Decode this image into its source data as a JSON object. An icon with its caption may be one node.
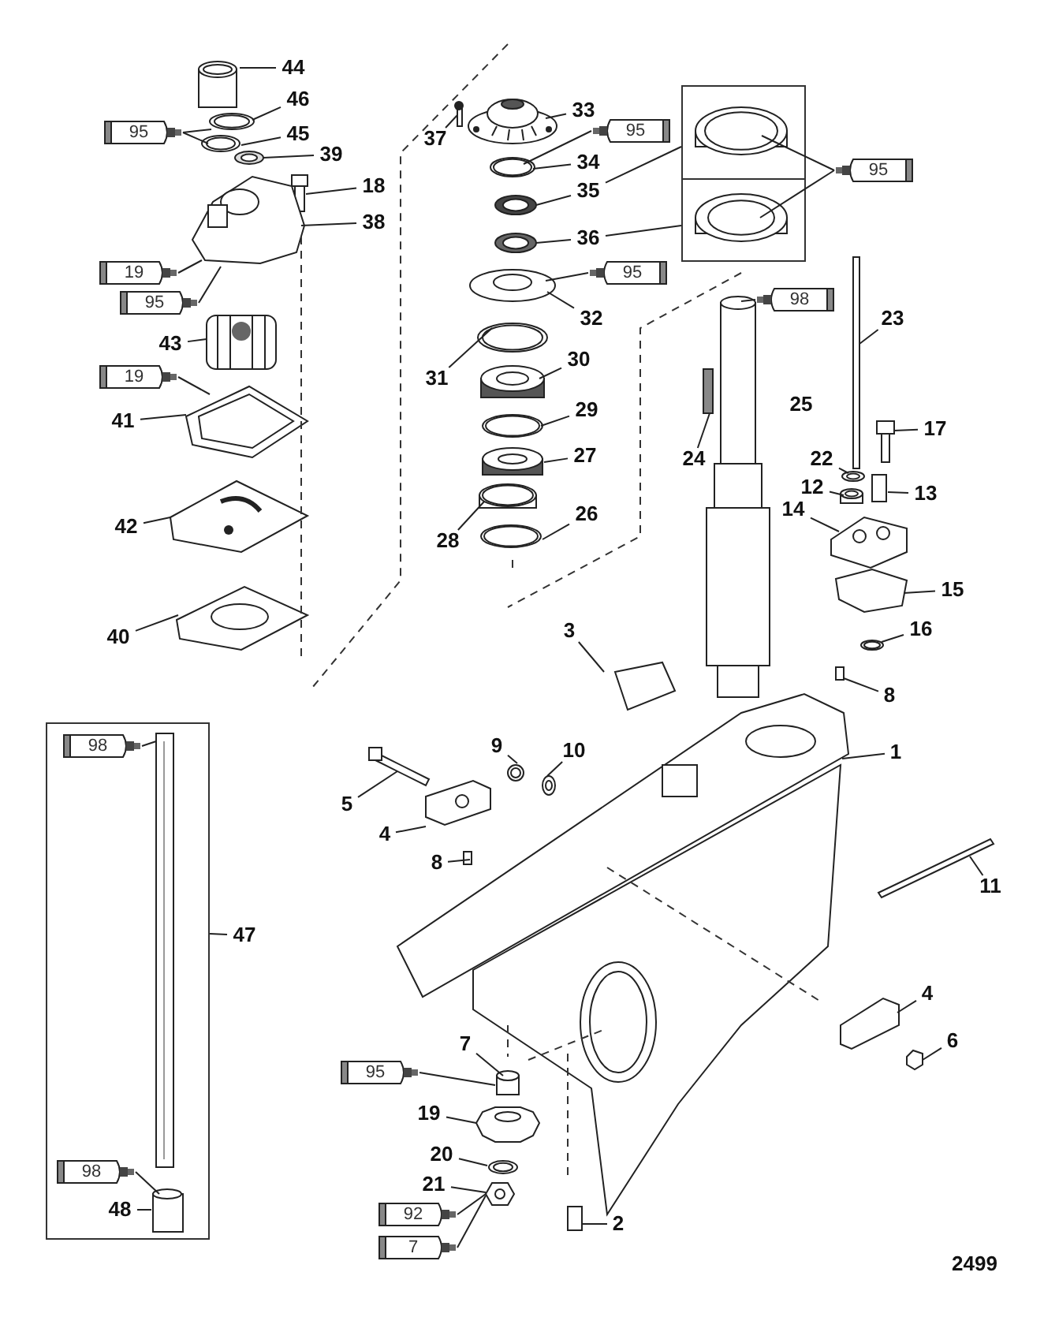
{
  "diagram": {
    "nodes": [
      {
        "text": [
          "44"
        ]
      },
      {
        "text": [
          "46"
        ]
      },
      {
        "text": [
          "95"
        ]
      },
      {
        "text": [
          "45"
        ]
      },
      {
        "text": [
          "39"
        ]
      },
      {
        "text": [
          "18"
        ]
      },
      {
        "text": [
          "38"
        ]
      },
      {
        "text": [
          "19"
        ]
      },
      {
        "text": [
          "95"
        ]
      },
      {
        "text": [
          "43"
        ]
      },
      {
        "text": [
          "19"
        ]
      },
      {
        "text": [
          "41"
        ]
      },
      {
        "text": [
          "42"
        ]
      },
      {
        "text": [
          "40"
        ]
      },
      {
        "text": [
          "37"
        ]
      },
      {
        "text": [
          "33"
        ]
      },
      {
        "text": [
          "95"
        ]
      },
      {
        "text": [
          "34"
        ]
      },
      {
        "text": [
          "35"
        ]
      },
      {
        "text": [],
        "shape": "box"
      },
      {
        "text": [
          "95"
        ]
      },
      {
        "text": [
          "36"
        ]
      },
      {
        "text": [
          "95"
        ]
      },
      {
        "text": [
          "32"
        ]
      },
      {
        "text": [
          "31"
        ]
      },
      {
        "text": [
          "30"
        ]
      },
      {
        "text": [
          "29"
        ]
      },
      {
        "text": [
          "27"
        ]
      },
      {
        "text": [
          "28"
        ]
      },
      {
        "text": [
          "26"
        ]
      },
      {
        "text": [
          "98"
        ]
      },
      {
        "text": [
          "23"
        ]
      },
      {
        "text": [
          "24"
        ]
      },
      {
        "text": [
          "17"
        ]
      },
      {
        "text": [
          "22"
        ]
      },
      {
        "text": [
          "12"
        ]
      },
      {
        "text": [
          "13"
        ]
      },
      {
        "text": [
          "14"
        ]
      },
      {
        "text": [
          "15"
        ]
      },
      {
        "text": [
          "16"
        ]
      },
      {
        "text": [
          "3"
        ]
      },
      {
        "text": [
          "8"
        ]
      },
      {
        "text": [
          "1"
        ]
      },
      {
        "text": [
          "9"
        ]
      },
      {
        "text": [
          "10"
        ]
      },
      {
        "text": [
          "5"
        ]
      },
      {
        "text": [
          "4"
        ]
      },
      {
        "text": [
          "8"
        ]
      },
      {
        "text": [],
        "shape": "box"
      },
      {
        "text": [
          "98"
        ],
        "in": 48
      },
      {
        "text": [
          "47"
        ]
      },
      {
        "text": [
          "11"
        ]
      },
      {
        "text": [
          "4"
        ]
      },
      {
        "text": [
          "6"
        ]
      },
      {
        "text": [
          "7"
        ]
      },
      {
        "text": [
          "95"
        ]
      },
      {
        "text": [
          "19"
        ]
      },
      {
        "text": [
          "20"
        ]
      },
      {
        "text": [
          "21"
        ]
      },
      {
        "text": [
          "92"
        ]
      },
      {
        "text": [
          "7"
        ]
      },
      {
        "text": [
          "2"
        ]
      },
      {
        "text": [
          "98"
        ],
        "in": 48
      },
      {
        "text": [
          "48"
        ],
        "in": 48
      },
      {
        "text": [],
        "shape": "cylinder"
      },
      {
        "text": [],
        "shape": "picture"
      },
      {
        "text": [],
        "shape": "picture"
      },
      {
        "text": [],
        "shape": "picture"
      },
      {
        "text": [],
        "shape": "picture"
      },
      {
        "text": [],
        "shape": "picture"
      },
      {
        "text": [],
        "shape": "picture"
      },
      {
        "text": [],
        "shape": "picture"
      },
      {
        "text": [],
        "shape": "picture"
      },
      {
        "text": [],
        "shape": "picture"
      },
      {
        "text": [],
        "shape": "picture"
      },
      {
        "text": [],
        "shape": "picture"
      },
      {
        "text": [],
        "shape": "picture"
      },
      {
        "text": [],
        "shape": "picture"
      },
      {
        "text": [],
        "shape": "picture"
      },
      {
        "text": [],
        "shape": "picture"
      },
      {
        "text": [],
        "shape": "picture"
      },
      {
        "text": [],
        "shape": "picture"
      },
      {
        "text": [],
        "shape": "picture"
      },
      {
        "text": [],
        "shape": "picture"
      },
      {
        "text": [],
        "shape": "picture"
      },
      {
        "text": [],
        "shape": "picture"
      },
      {
        "text": [],
        "shape": "picture",
        "in": 19
      },
      {
        "text": [],
        "shape": "picture",
        "in": 19
      },
      {
        "text": [],
        "shape": "picture"
      },
      {
        "text": [],
        "shape": "bar"
      },
      {
        "text": [],
        "shape": "bar"
      },
      {
        "text": [],
        "shape": "picture"
      },
      {
        "text": [],
        "shape": "picture"
      },
      {
        "text": [],
        "shape": "cylinder"
      },
      {
        "text": [],
        "shape": "bar"
      },
      {
        "text": [],
        "shape": "picture"
      },
      {
        "text": [],
        "shape": "picture"
      },
      {
        "text": [],
        "shape": "picture"
      },
      {
        "text": [],
        "shape": "bar"
      },
      {
        "text": [],
        "shape": "picture"
      },
      {
        "text": [],
        "shape": "picture"
      },
      {
        "text": [],
        "shape": "bar"
      },
      {
        "text": [],
        "shape": "picture"
      },
      {
        "text": [],
        "shape": "bar"
      },
      {
        "text": [],
        "shape": "picture"
      },
      {
        "text": [],
        "shape": "picture"
      },
      {
        "text": [],
        "shape": "picture"
      },
      {
        "text": [],
        "shape": "picture"
      },
      {
        "text": [],
        "shape": "hexagon"
      },
      {
        "text": [],
        "shape": "cylinder"
      },
      {
        "text": [],
        "shape": "picture"
      },
      {
        "text": [],
        "shape": "picture"
      },
      {
        "text": [],
        "shape": "picture"
      },
      {
        "text": [],
        "shape": "bar"
      },
      {
        "text": [],
        "shape": "picture",
        "in": 48
      },
      {
        "text": [],
        "shape": "cylinder",
        "in": 48
      }
    ],
    "edges": [
      {
        "from": 0,
        "to": 64,
        "arrow": "none"
      },
      {
        "from": 1,
        "to": 65,
        "arrow": "none"
      },
      {
        "from": 2,
        "to": 65,
        "arrow": "none"
      },
      {
        "from": 2,
        "to": 66,
        "arrow": "none"
      },
      {
        "from": 3,
        "to": 66,
        "arrow": "none"
      },
      {
        "from": 4,
        "to": 67,
        "arrow": "none"
      },
      {
        "from": 5,
        "to": 68,
        "arrow": "none"
      },
      {
        "from": 6,
        "to": 69,
        "arrow": "none"
      },
      {
        "from": 7,
        "to": 69,
        "arrow": "none"
      },
      {
        "from": 8,
        "to": 69,
        "arrow": "none"
      },
      {
        "from": 9,
        "to": 70,
        "arrow": "none"
      },
      {
        "from": 10,
        "to": 71,
        "arrow": "none"
      },
      {
        "from": 11,
        "to": 71,
        "arrow": "none"
      },
      {
        "from": 12,
        "to": 72,
        "arrow": "none"
      },
      {
        "from": 13,
        "to": 73,
        "arrow": "none"
      },
      {
        "from": 14,
        "to": 74,
        "arrow": "none"
      },
      {
        "from": 15,
        "to": 75,
        "arrow": "none"
      },
      {
        "from": 16,
        "to": 76,
        "arrow": "none"
      },
      {
        "from": 17,
        "to": 76,
        "arrow": "none"
      },
      {
        "from": 18,
        "to": 77,
        "arrow": "none"
      },
      {
        "from": 18,
        "to": 19,
        "arrow": "none"
      },
      {
        "from": 20,
        "to": 86,
        "arrow": "none"
      },
      {
        "from": 20,
        "to": 87,
        "arrow": "none"
      },
      {
        "from": 21,
        "to": 78,
        "arrow": "none"
      },
      {
        "from": 21,
        "to": 19,
        "arrow": "none"
      },
      {
        "from": 22,
        "to": 79,
        "arrow": "none"
      },
      {
        "from": 23,
        "to": 79,
        "arrow": "none"
      },
      {
        "from": 24,
        "to": 80,
        "arrow": "none"
      },
      {
        "from": 25,
        "to": 81,
        "arrow": "none"
      },
      {
        "from": 26,
        "to": 82,
        "arrow": "none"
      },
      {
        "from": 27,
        "to": 83,
        "arrow": "none"
      },
      {
        "from": 28,
        "to": 84,
        "arrow": "none"
      },
      {
        "from": 29,
        "to": 85,
        "arrow": "none"
      },
      {
        "from": 30,
        "to": 88,
        "arrow": "none"
      },
      {
        "from": 31,
        "to": 90,
        "arrow": "none"
      },
      {
        "from": 32,
        "to": 89,
        "arrow": "none"
      },
      {
        "from": 33,
        "to": 91,
        "arrow": "none"
      },
      {
        "from": 34,
        "to": 92,
        "arrow": "none"
      },
      {
        "from": 35,
        "to": 93,
        "arrow": "none"
      },
      {
        "from": 36,
        "to": 94,
        "arrow": "none"
      },
      {
        "from": 37,
        "to": 95,
        "arrow": "none"
      },
      {
        "from": 38,
        "to": 96,
        "arrow": "none"
      },
      {
        "from": 39,
        "to": 97,
        "arrow": "none"
      },
      {
        "from": 40,
        "to": 99,
        "arrow": "none"
      },
      {
        "from": 41,
        "to": 98,
        "arrow": "none"
      },
      {
        "from": 42,
        "to": 100,
        "arrow": "none"
      },
      {
        "from": 43,
        "to": 104,
        "arrow": "none"
      },
      {
        "from": 44,
        "to": 105,
        "arrow": "none"
      },
      {
        "from": 45,
        "to": 101,
        "arrow": "none"
      },
      {
        "from": 46,
        "to": 102,
        "arrow": "none"
      },
      {
        "from": 47,
        "to": 103,
        "arrow": "none"
      },
      {
        "from": 49,
        "to": 114,
        "arrow": "none"
      },
      {
        "from": 50,
        "to": 48,
        "arrow": "none"
      },
      {
        "from": 51,
        "to": 106,
        "arrow": "none"
      },
      {
        "from": 52,
        "to": 107,
        "arrow": "none"
      },
      {
        "from": 53,
        "to": 108,
        "arrow": "none"
      },
      {
        "from": 54,
        "to": 109,
        "arrow": "none"
      },
      {
        "from": 55,
        "to": 109,
        "arrow": "none"
      },
      {
        "from": 56,
        "to": 110,
        "arrow": "none"
      },
      {
        "from": 57,
        "to": 111,
        "arrow": "none"
      },
      {
        "from": 58,
        "to": 112,
        "arrow": "none"
      },
      {
        "from": 59,
        "to": 112,
        "arrow": "none"
      },
      {
        "from": 60,
        "to": 112,
        "arrow": "none"
      },
      {
        "from": 61,
        "to": 113,
        "arrow": "none"
      },
      {
        "from": 62,
        "to": 115,
        "arrow": "none"
      },
      {
        "from": 63,
        "to": 115,
        "arrow": "none"
      }
    ],
    "labels": [
      "25",
      "2499"
    ]
  }
}
